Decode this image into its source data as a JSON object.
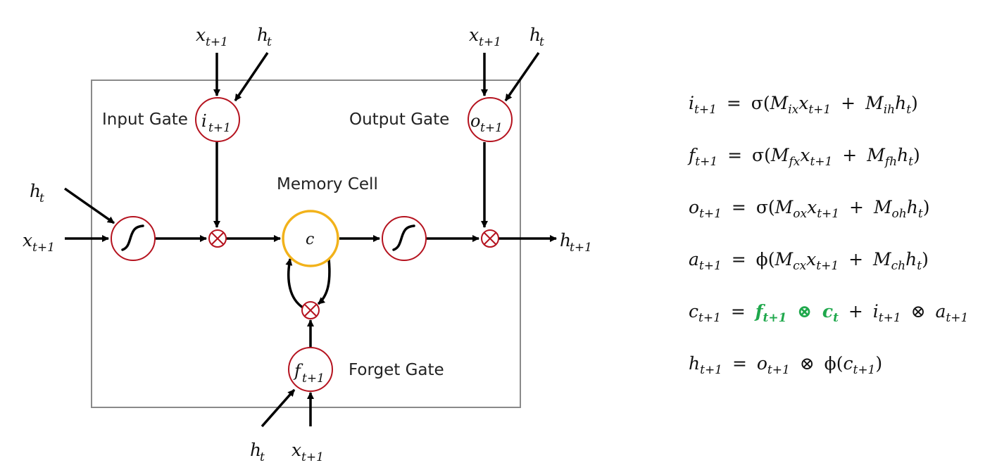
{
  "diagram": {
    "title": "LSTM cell",
    "colors": {
      "gate_stroke": "#b5131f",
      "cell_stroke": "#f2b21a",
      "box_stroke": "#8a8a8a",
      "arrow": "#000000",
      "highlight": "#1fa84c"
    },
    "labels": {
      "input_gate": "Input Gate",
      "output_gate": "Output Gate",
      "forget_gate": "Forget Gate",
      "memory_cell": "Memory Cell"
    },
    "nodes": {
      "input_gate": {
        "var": "i",
        "sub": "t+1"
      },
      "output_gate": {
        "var": "o",
        "sub": "t+1"
      },
      "forget_gate": {
        "var": "f",
        "sub": "t+1"
      },
      "cell": {
        "var": "c"
      }
    },
    "inputs": {
      "x_var": "x",
      "x_sub": "t+1",
      "h_var": "h",
      "h_sub": "t"
    },
    "output": {
      "var": "h",
      "sub": "t+1"
    },
    "icons": {
      "activation": "sigmoid-icon",
      "multiply": "otimes-icon"
    }
  },
  "equations": [
    {
      "lhs": "i",
      "lhs_sub": "t+1",
      "rhs": [
        [
          "σ(",
          ""
        ],
        [
          "M",
          "ix"
        ],
        [
          "x",
          "t+1"
        ],
        [
          " + ",
          ""
        ],
        [
          "M",
          "ih"
        ],
        [
          "h",
          "t"
        ],
        [
          ")",
          ""
        ]
      ]
    },
    {
      "lhs": "f",
      "lhs_sub": "t+1",
      "rhs": [
        [
          "σ(",
          ""
        ],
        [
          "M",
          "fx"
        ],
        [
          "x",
          "t+1"
        ],
        [
          " + ",
          ""
        ],
        [
          "M",
          "fh"
        ],
        [
          "h",
          "t"
        ],
        [
          ")",
          ""
        ]
      ]
    },
    {
      "lhs": "o",
      "lhs_sub": "t+1",
      "rhs": [
        [
          "σ(",
          ""
        ],
        [
          "M",
          "ox"
        ],
        [
          "x",
          "t+1"
        ],
        [
          " + ",
          ""
        ],
        [
          "M",
          "oh"
        ],
        [
          "h",
          "t"
        ],
        [
          ")",
          ""
        ]
      ]
    },
    {
      "lhs": "a",
      "lhs_sub": "t+1",
      "rhs": [
        [
          "ϕ(",
          ""
        ],
        [
          "M",
          "cx"
        ],
        [
          "x",
          "t+1"
        ],
        [
          " + ",
          ""
        ],
        [
          "M",
          "ch"
        ],
        [
          "h",
          "t"
        ],
        [
          ")",
          ""
        ]
      ]
    },
    {
      "lhs": "c",
      "lhs_sub": "t+1",
      "highlight": [
        "f",
        "t+1",
        "⊗",
        "c",
        "t"
      ],
      "rhs": [
        [
          " + ",
          ""
        ],
        [
          "i",
          "t+1"
        ],
        [
          " ⊗ ",
          ""
        ],
        [
          "a",
          "t+1"
        ]
      ]
    },
    {
      "lhs": "h",
      "lhs_sub": "t+1",
      "rhs": [
        [
          "o",
          "t+1"
        ],
        [
          " ⊗ ",
          ""
        ],
        [
          "ϕ(",
          ""
        ],
        [
          "c",
          "t+1"
        ],
        [
          ")",
          ""
        ]
      ]
    }
  ],
  "equation_text": {
    "eq_i": {
      "lhs": "i",
      "sub": "t+1"
    },
    "eq_f": {
      "lhs": "f",
      "sub": "t+1"
    },
    "eq_o": {
      "lhs": "o",
      "sub": "t+1"
    },
    "eq_a": {
      "lhs": "a",
      "sub": "t+1"
    },
    "eq_c": {
      "lhs": "c",
      "sub": "t+1"
    },
    "eq_h": {
      "lhs": "h",
      "sub": "t+1"
    },
    "equals": "=",
    "sigma": "σ",
    "phi": "ϕ",
    "otimes": "⊗",
    "plus": "+",
    "M": "M"
  }
}
